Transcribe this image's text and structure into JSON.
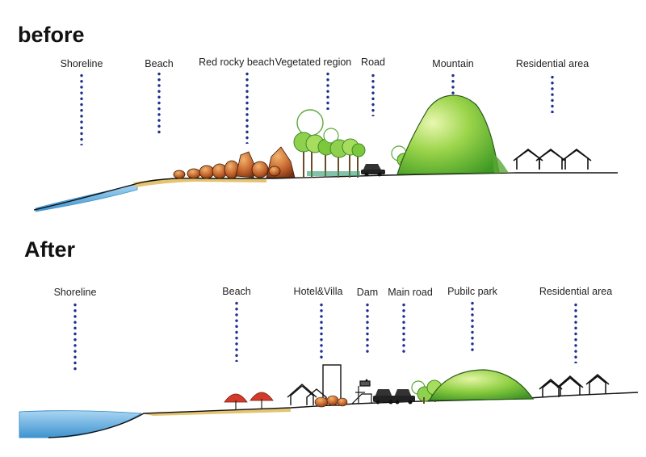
{
  "before": {
    "title": "before",
    "labels": [
      "Shoreline",
      "Beach",
      "Red rocky beach",
      "Vegetated region",
      "Road",
      "Mountain",
      "Residential area"
    ]
  },
  "after": {
    "title": "After",
    "labels": [
      "Shoreline",
      "Beach",
      "Hotel&Villa",
      "Dam",
      "Main road",
      "Pubilc park",
      "Residential area"
    ]
  },
  "colors": {
    "dots": "#1f2f8f",
    "water": "#5aaee0",
    "sand": "#e3c470",
    "rock": "#b85a2a",
    "hill": "#7cc83c",
    "tree": "#8fd14f",
    "umbrella": "#d23a2a"
  }
}
